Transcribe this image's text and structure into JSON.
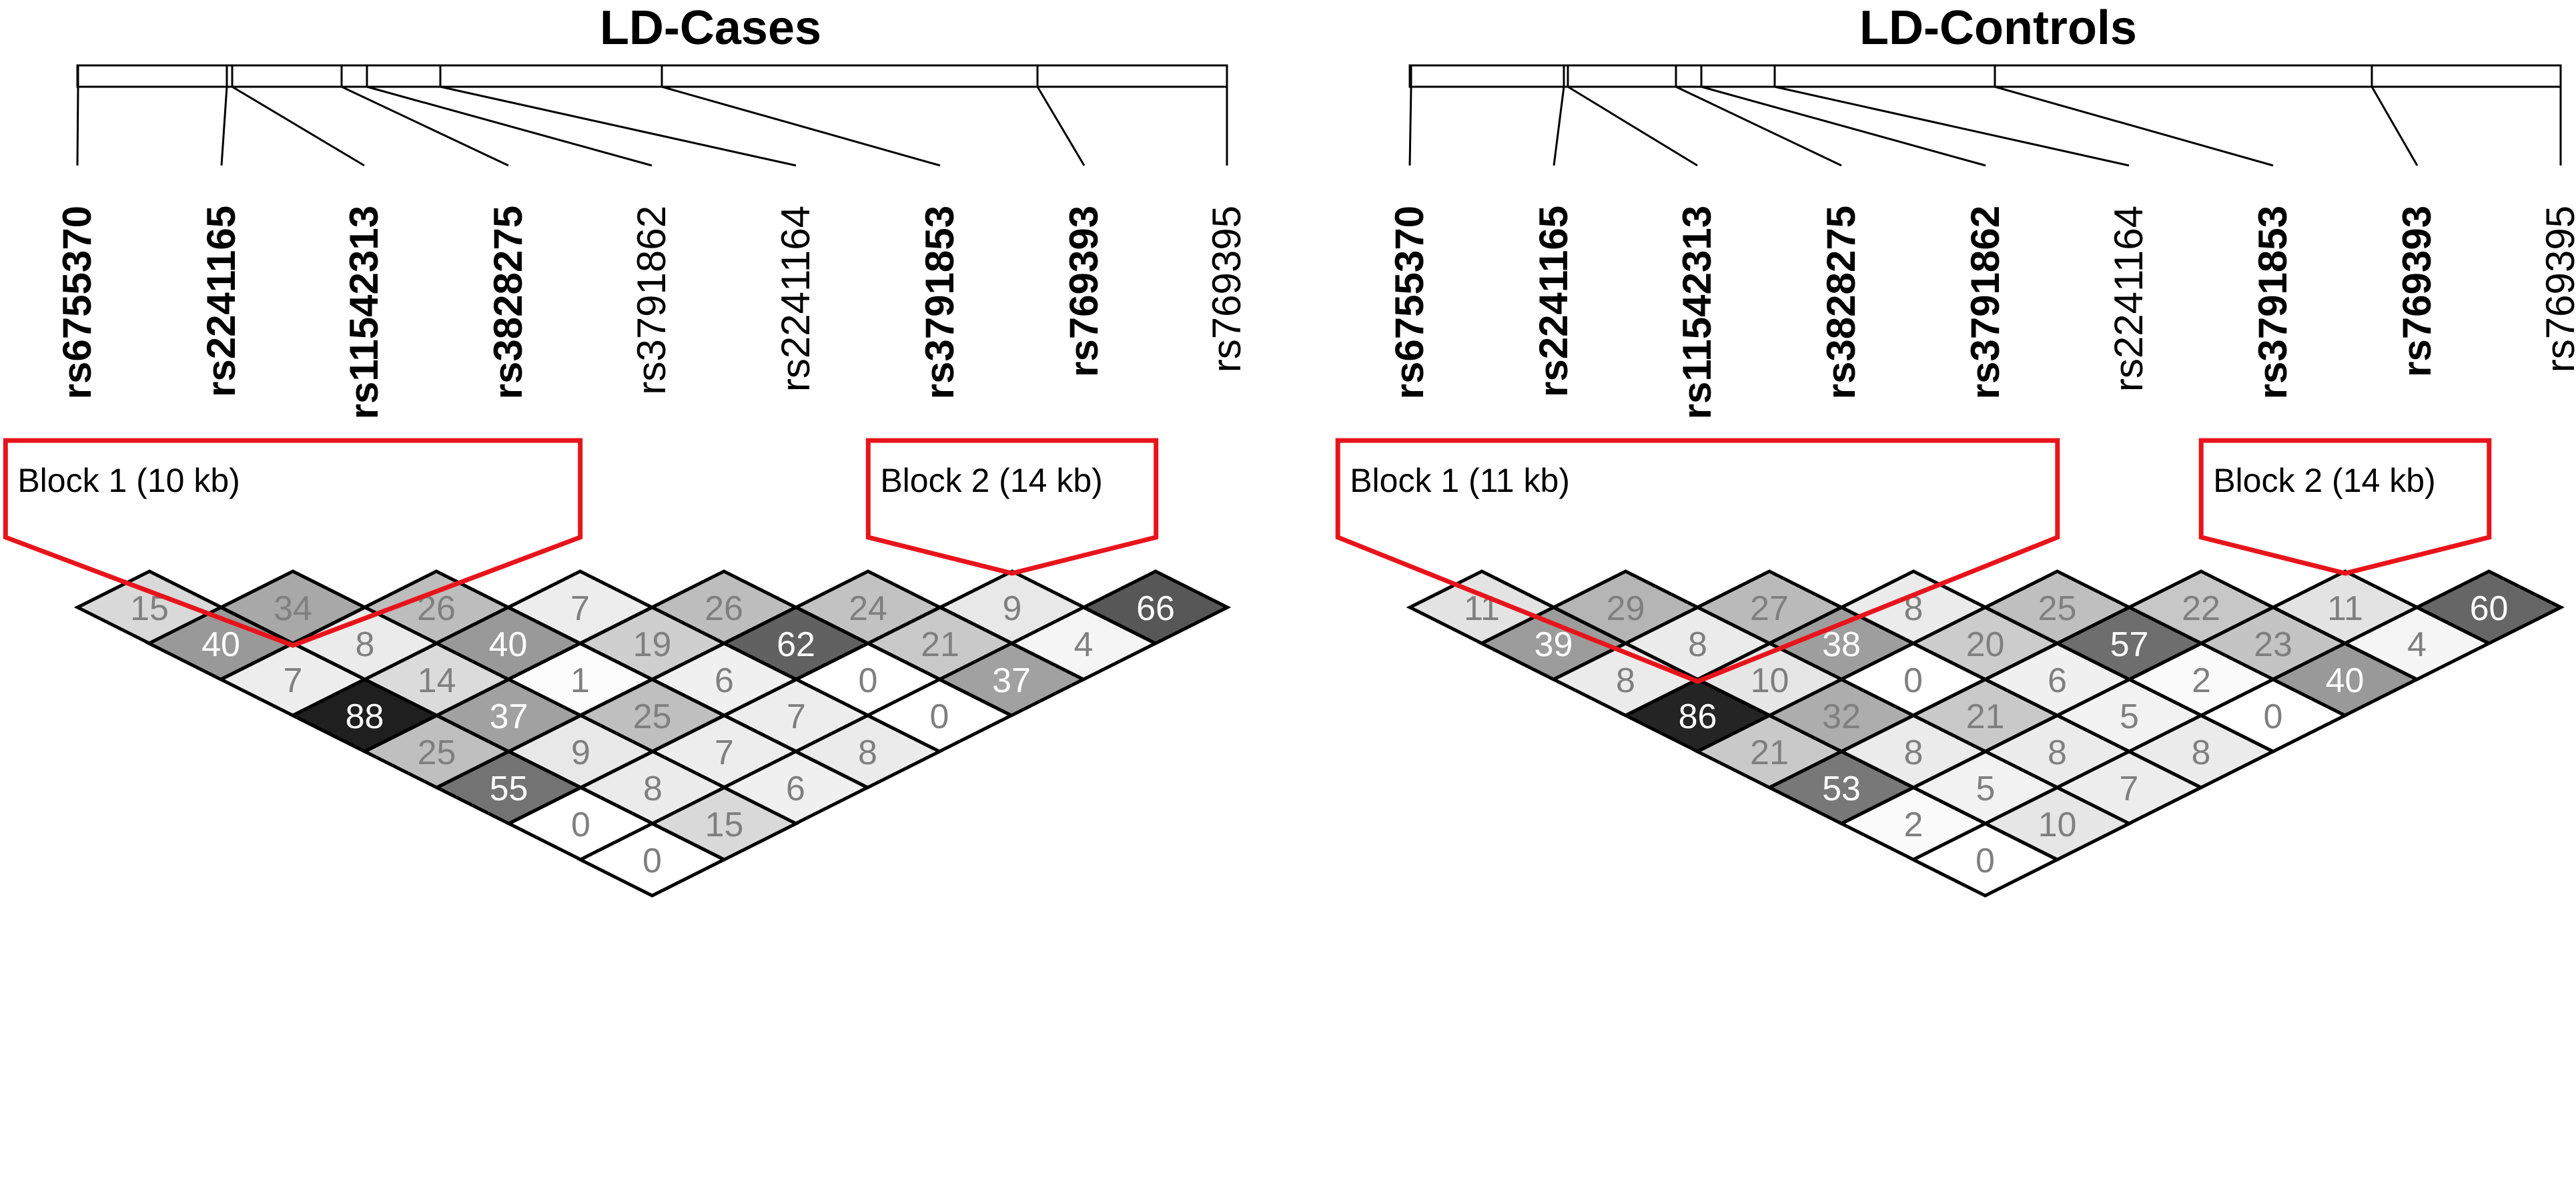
{
  "panels": [
    {
      "title": "LD-Cases",
      "snps": [
        {
          "name": "rs6755370",
          "bold": true
        },
        {
          "name": "rs2241165",
          "bold": true
        },
        {
          "name": "rs11542313",
          "bold": true
        },
        {
          "name": "rs3828275",
          "bold": true
        },
        {
          "name": "rs3791862",
          "bold": false
        },
        {
          "name": "rs2241164",
          "bold": false
        },
        {
          "name": "rs3791853",
          "bold": true
        },
        {
          "name": "rs769393",
          "bold": true
        },
        {
          "name": "rs769395",
          "bold": false
        }
      ],
      "ld_values": [
        [
          15,
          34,
          26,
          7,
          26,
          24,
          9,
          66
        ],
        [
          40,
          8,
          40,
          19,
          62,
          21,
          4
        ],
        [
          7,
          14,
          1,
          6,
          0,
          37
        ],
        [
          88,
          37,
          25,
          7,
          0
        ],
        [
          25,
          9,
          7,
          8
        ],
        [
          55,
          8,
          6
        ],
        [
          0,
          15
        ],
        [
          0
        ]
      ],
      "blocks": [
        {
          "label": "Block 1 (10 kb)"
        },
        {
          "label": "Block 2 (14 kb)"
        }
      ]
    },
    {
      "title": "LD-Controls",
      "snps": [
        {
          "name": "rs6755370",
          "bold": true
        },
        {
          "name": "rs2241165",
          "bold": true
        },
        {
          "name": "rs11542313",
          "bold": true
        },
        {
          "name": "rs3828275",
          "bold": true
        },
        {
          "name": "rs3791862",
          "bold": true
        },
        {
          "name": "rs2241164",
          "bold": false
        },
        {
          "name": "rs3791853",
          "bold": true
        },
        {
          "name": "rs769393",
          "bold": true
        },
        {
          "name": "rs769395",
          "bold": false
        }
      ],
      "ld_values": [
        [
          11,
          29,
          27,
          8,
          25,
          22,
          11,
          60
        ],
        [
          39,
          8,
          38,
          20,
          57,
          23,
          4
        ],
        [
          8,
          10,
          0,
          6,
          2,
          40
        ],
        [
          86,
          32,
          21,
          5,
          0
        ],
        [
          21,
          8,
          8,
          8
        ],
        [
          53,
          5,
          7
        ],
        [
          2,
          10
        ],
        [
          0
        ]
      ],
      "blocks": [
        {
          "label": "Block 1 (11 kb)"
        },
        {
          "label": "Block 2 (14 kb)"
        }
      ]
    }
  ]
}
